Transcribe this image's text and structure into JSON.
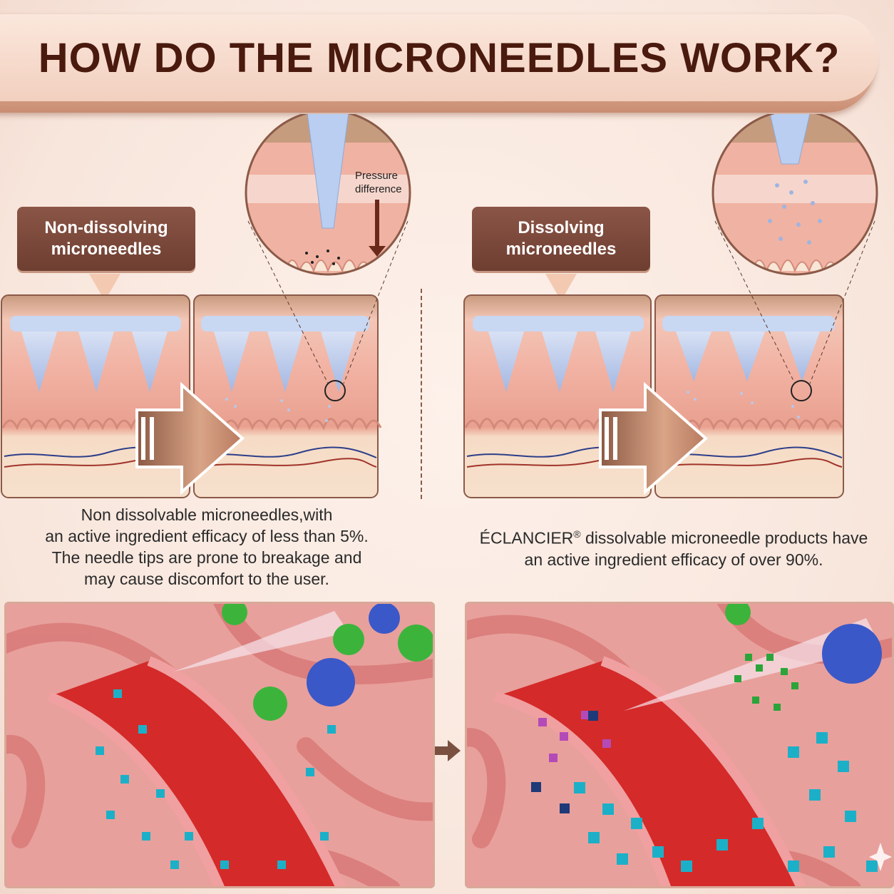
{
  "title": "HOW DO THE MICRONEEDLES WORK?",
  "left": {
    "label_line1": "Non-dissolving",
    "label_line2": "microneedles",
    "zoom_annotation_line1": "Pressure",
    "zoom_annotation_line2": "difference",
    "caption_lines": [
      "Non dissolvable microneedles,with",
      "an active ingredient efficacy of less than 5%.",
      "The needle tips are prone to breakage and",
      "may cause discomfort to the user."
    ]
  },
  "right": {
    "label_line1": "Dissolving",
    "label_line2": "microneedles",
    "caption_brand": "ÉCLANCIER",
    "caption_mark": "®",
    "caption_line1_rest": " dissolvable microneedle products have",
    "caption_line2": "an active ingredient efficacy of over 90%."
  },
  "colors": {
    "accent_brown": "#6e3e31",
    "title_text": "#4a1a0e",
    "background": "#f8e6dc"
  }
}
